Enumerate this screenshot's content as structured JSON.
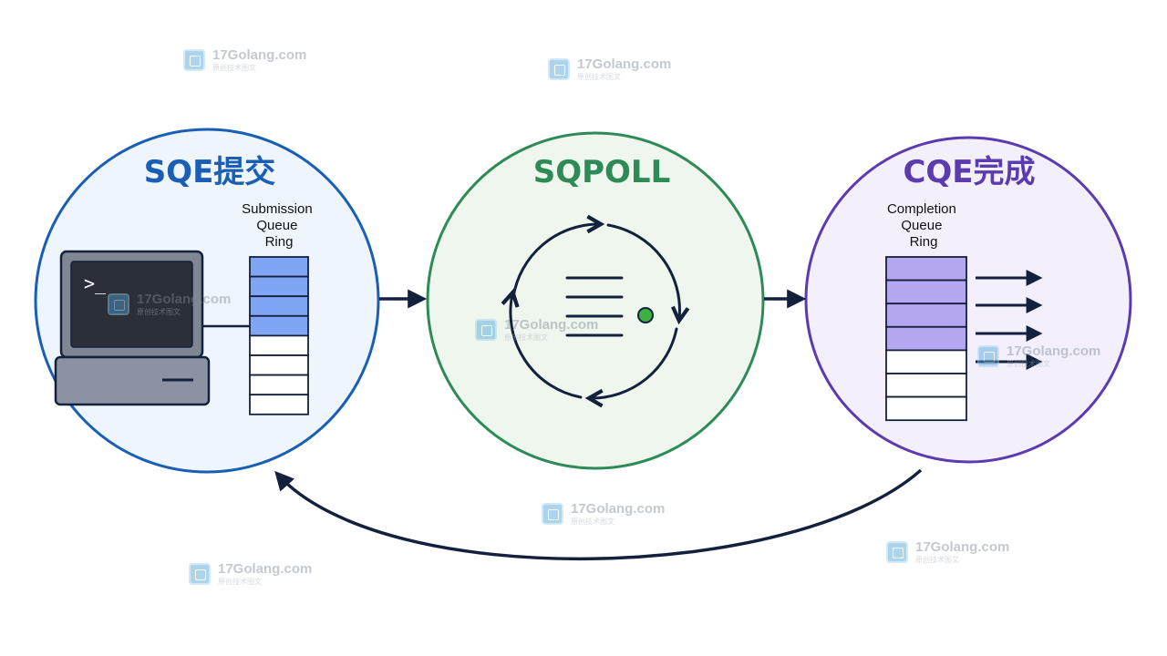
{
  "diagram": {
    "sqe_circle": {
      "title": "SQE提交",
      "color": "#1a5fb4",
      "fill": "#eef5fd",
      "queue_label_lines": [
        "Submission",
        "Queue",
        "Ring"
      ],
      "filled_slots": 4,
      "empty_slots": 4,
      "slot_fill": "#7fa6f5",
      "terminal_prompt": ">_"
    },
    "sqpoll_circle": {
      "title": "SQPOLL",
      "color": "#2e8b57",
      "fill": "#eef6ee",
      "status_dot_color": "#3cb043"
    },
    "cqe_circle": {
      "title": "CQE完成",
      "color": "#5b3bb0",
      "fill": "#f3f0fc",
      "queue_label_lines": [
        "Completion",
        "Queue",
        "Ring"
      ],
      "filled_slots": 4,
      "empty_slots": 3,
      "slot_fill": "#b5a6f1",
      "output_arrows": 4
    },
    "arrow_color": "#14213d"
  },
  "watermark": {
    "domain": "17Golang.com",
    "subtitle": "原创技术图文",
    "icon": "17golang-logo-icon"
  }
}
